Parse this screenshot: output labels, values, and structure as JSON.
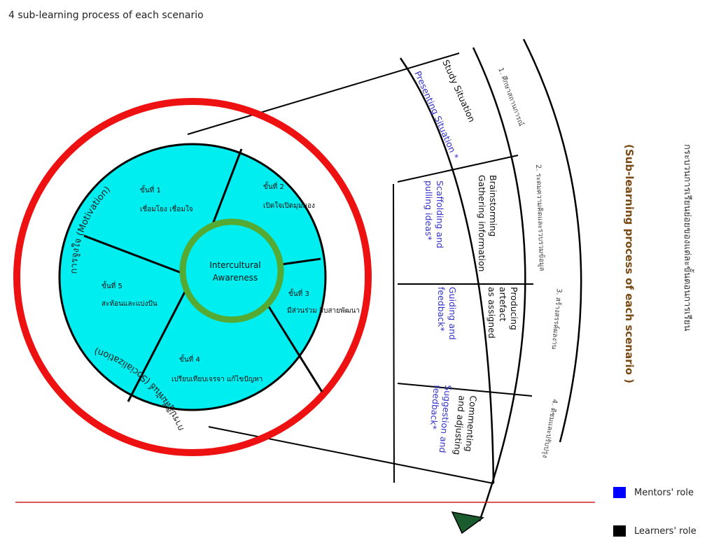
{
  "page_title": "4 sub-learning process of each scenario",
  "center": {
    "line1": "Intercultural",
    "line2": "Awareness"
  },
  "segments": [
    {
      "step": "ขั้นที่ 1",
      "desc": "เชื่อมโยง เชื่อมใจ"
    },
    {
      "step": "ขั้นที่ 2",
      "desc": "เปิดใจเปิดมุมมอง"
    },
    {
      "step": "ขั้นที่ 3",
      "desc": "มีส่วนร่วม สืบสายพัฒนา"
    },
    {
      "step": "ขั้นที่ 4",
      "desc": "เปรียบเทียบเจรจา แก้ไขปัญหา"
    },
    {
      "step": "ขั้นที่ 5",
      "desc": "สะท้อนและแบ่งปัน"
    }
  ],
  "ring": {
    "motivation": "การจูงใจ (Motivation)",
    "socialization": "การปฏิสัมพันธ์ (Socialization)"
  },
  "sub_steps": [
    {
      "learner": "Study Situation",
      "mentor": "Presenting Situation *",
      "thai": "1. ศึกษาสถานการณ์"
    },
    {
      "learner": "Brainstorming Gathering information",
      "mentor": "Scaffolding and pulling ideas*",
      "thai": "2. ระดมความคิดและรวบรวมข้อมูล"
    },
    {
      "learner": "Producing artefact as assigned",
      "mentor": "Guiding and feedback*",
      "thai": "3. สร้างสรรค์ผลงาน"
    },
    {
      "learner": "Commenting and adjusting",
      "mentor": "Suggestion and feedback*",
      "thai": "4. ติชมและปรับปรุง"
    }
  ],
  "side_title_en": "(Sub-learning process of each scenario )",
  "side_title_th": "กระบวนการเรียนย่อยของแต่ละขั้นตอนการเรียน",
  "legend": [
    {
      "label": "Mentors' role",
      "color": "#0000ff"
    },
    {
      "label": "Learners' role",
      "color": "#000000"
    }
  ],
  "colors": {
    "ring": "#ee1111",
    "wheel": "#00eef0",
    "center_ring": "#55aa33",
    "mentor_text": "#3333cc",
    "brown_title": "#7a4a14",
    "arrow": "#1a5c2e",
    "baseline": "#cc2222"
  },
  "icons": {
    "arrow_head": "triangle-down-arrow-icon"
  }
}
